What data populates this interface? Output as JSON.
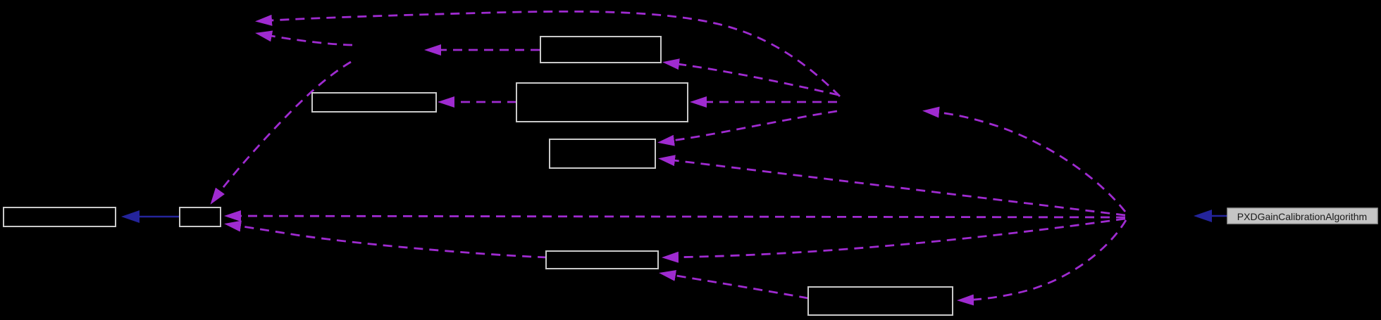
{
  "diagram": {
    "type": "collaboration-graph",
    "highlighted_node": {
      "label": "PXDGainCalibrationAlgorithm"
    },
    "nodes": [
      {
        "id": "box-top",
        "label": ""
      },
      {
        "id": "box-wide-middle",
        "label": ""
      },
      {
        "id": "box-mid-left",
        "label": ""
      },
      {
        "id": "box-center",
        "label": ""
      },
      {
        "id": "box-far-left",
        "label": ""
      },
      {
        "id": "box-small-left",
        "label": ""
      },
      {
        "id": "box-lower-center",
        "label": ""
      },
      {
        "id": "box-bottom",
        "label": ""
      }
    ],
    "edges": [
      {
        "id": "edge-1",
        "style": "dashed",
        "desc": "long top curve from right junction to upper-left arrow"
      },
      {
        "id": "edge-2",
        "style": "dashed",
        "desc": "short line to second upper-left arrow"
      },
      {
        "id": "edge-3",
        "style": "dashed",
        "desc": "horizontal from top box pointing left"
      },
      {
        "id": "edge-4",
        "style": "dashed",
        "desc": "left curve down into small-left box top"
      },
      {
        "id": "edge-5",
        "style": "dashed",
        "desc": "wide-middle box to mid-left box"
      },
      {
        "id": "edge-6",
        "style": "dashed",
        "desc": "right junction to top box"
      },
      {
        "id": "edge-7",
        "style": "dashed",
        "desc": "right junction to wide-middle box"
      },
      {
        "id": "edge-8",
        "style": "dashed",
        "desc": "right junction to center box (upper)"
      },
      {
        "id": "edge-9",
        "style": "dashed",
        "desc": "far-right junction up to mid-right arrow"
      },
      {
        "id": "edge-10",
        "style": "dashed",
        "desc": "far-right junction to center box (lower)"
      },
      {
        "id": "edge-11",
        "style": "dashed",
        "desc": "long horizontal to small-left box"
      },
      {
        "id": "edge-12",
        "style": "dashed",
        "desc": "far-right junction to lower-center box"
      },
      {
        "id": "edge-13",
        "style": "dashed",
        "desc": "far-right junction down to bottom box"
      },
      {
        "id": "edge-14",
        "style": "dashed",
        "desc": "lower-center box to small-left box"
      },
      {
        "id": "edge-15",
        "style": "dashed",
        "desc": "bottom box to lower-center box"
      },
      {
        "id": "edge-16",
        "style": "solid",
        "desc": "small-left box to far-left box (inheritance)"
      },
      {
        "id": "edge-17",
        "style": "solid",
        "desc": "highlighted node pointing left (inheritance)"
      }
    ],
    "colors": {
      "background": "#000000",
      "node_border": "#c9c9c9",
      "highlight_fill": "#c5c5c5",
      "highlight_border": "#a3a3a3",
      "usage_edge": "#9f2bd0",
      "inheritance_edge": "#24249b",
      "label_text": "#1a1a1a"
    }
  }
}
